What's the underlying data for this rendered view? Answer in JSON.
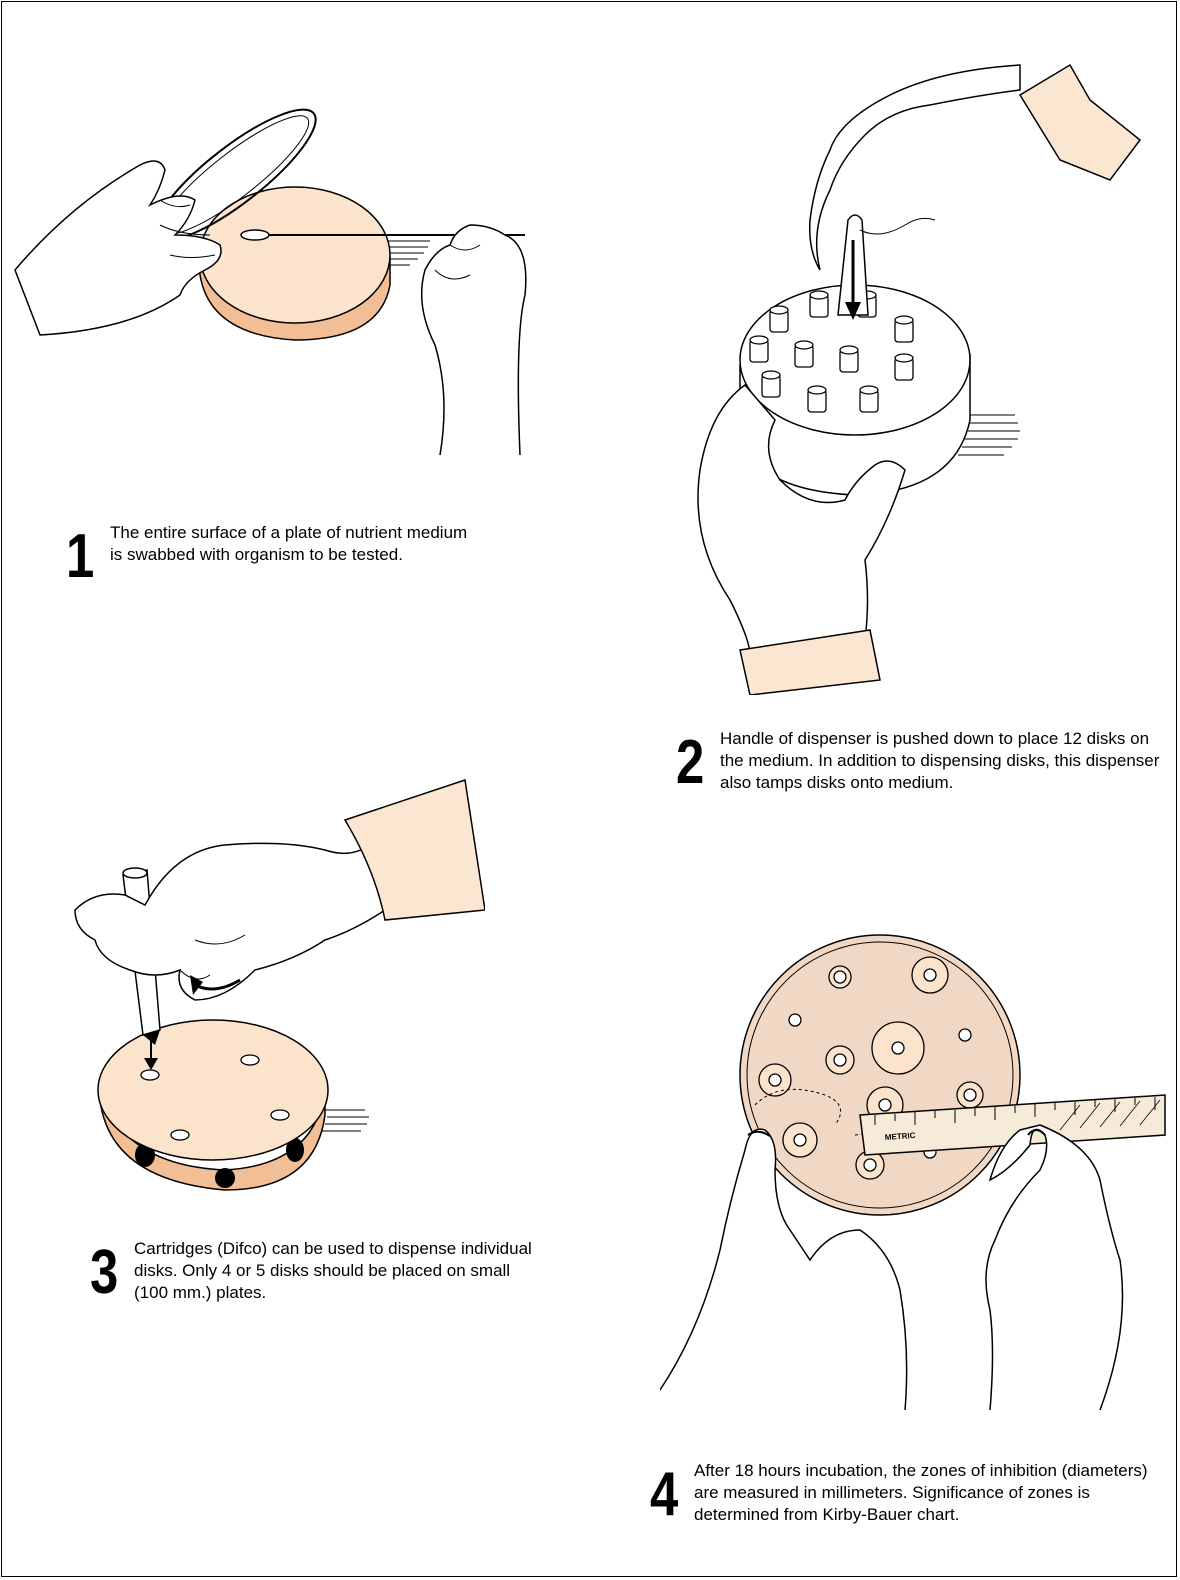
{
  "steps": [
    {
      "number": "1",
      "text": "The entire surface of a plate of nutrient medium is swabbed with organism to be tested."
    },
    {
      "number": "2",
      "text": "Handle of dispenser is pushed down to place 12 disks on the medium. In addition to dispensing disks, this dispenser also tamps disks onto medium."
    },
    {
      "number": "3",
      "text": "Cartridges (Difco) can be used to dispense individual disks. Only 4 or 5 disks should be placed on small (100 mm.) plates."
    },
    {
      "number": "4",
      "text": "After 18 hours incubation, the zones of inhibition (diameters) are measured in millimeters. Significance of zones is determined from Kirby-Bauer chart."
    }
  ],
  "ruler_label": "METRIC",
  "colors": {
    "skin": "#fbe6d2",
    "agar": "#fce4cc",
    "plate_bottom": "#f2be95",
    "stroke": "#000000"
  }
}
